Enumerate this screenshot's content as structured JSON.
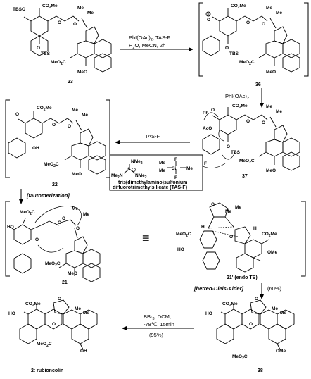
{
  "compounds": {
    "c23": "23",
    "c36": "36",
    "c37": "37",
    "c22": "22",
    "c21": "21",
    "c21ts": "21' (endo TS)",
    "c38": "38",
    "c2": "2: rubioncolin"
  },
  "conditions": {
    "step1_line1": "PhI(OAc)",
    "step1_sub": "2",
    "step1_line1_tail": ", TAS-F",
    "step1_line2": "H",
    "step1_line2_sub": "2",
    "step1_line2_tail": "O, MeCN, 2h",
    "step2": "PhI(OAc)",
    "step2_sub": "2",
    "step3": "TAS-F",
    "step4": "[tautomerization]",
    "step5": "[hetreo-Diels-Alder]",
    "step5_yield": "(60%)",
    "step6_line1": "BBr",
    "step6_line1_sub": "3",
    "step6_line1_tail": ", DCM,",
    "step6_line2": "-78℃, 15min",
    "step6_yield": "(95%)"
  },
  "reagent_box": {
    "nme2_a": "NMe",
    "nme2_b": "NMe",
    "nme2_c": "Me",
    "nme2_c2": "N",
    "sub2": "2",
    "sulfur": "S",
    "fluoro1": "F",
    "fluoro2": "F",
    "fluoro3": "F",
    "silicon": "Si",
    "me1": "Me",
    "me2": "Me",
    "me3": "Me",
    "line1": "tris(dimethylamino)sulfonium",
    "line2": "difluorotrimethylsilicate (TAS-F)"
  },
  "labels": {
    "tbso": "TBSO",
    "otbs": "O",
    "tbs": "TBS",
    "co2me": "CO",
    "co2me_tail": "Me",
    "meo2c": "MeO",
    "meo2c_tail": "C",
    "ome": "OMe",
    "meo": "MeO",
    "me": "Me",
    "o": "O",
    "ho": "HO",
    "oh": "OH",
    "h": "H",
    "ph": "Ph",
    "aco": "AcO",
    "two": "2",
    "equiv": "≡"
  }
}
